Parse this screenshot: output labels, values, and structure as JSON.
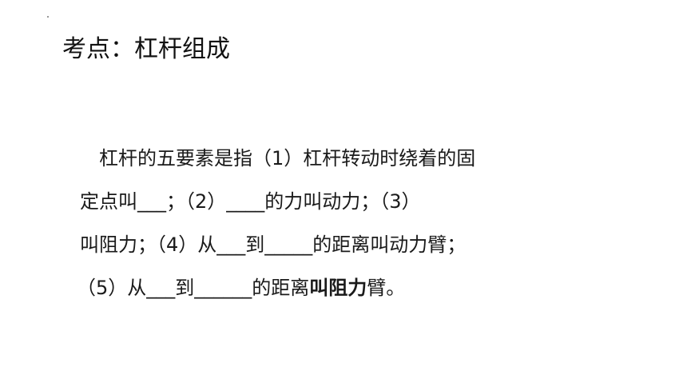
{
  "title": "考点：杠杆组成",
  "paragraph": {
    "line1": "杠杆的五要素是指（1）杠杆转动时绕着的固",
    "line2": "定点叫___；（2）____的力叫动力；（3）",
    "line3": "叫阻力；（4）从___到_____的距离叫动力臂；",
    "line4_part1": "（5）从___到______的距离",
    "line4_bold": "叫阻力",
    "line4_part2": "臂。"
  }
}
